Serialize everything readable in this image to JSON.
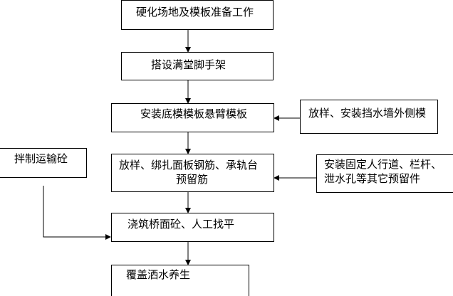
{
  "steps": {
    "s1": "硬化场地及模板准备工作",
    "s2": "搭设满堂脚手架",
    "s3": "安装底模模板悬臂模板",
    "s4_line1": "放样、绑扎面板钢筋、承轨台",
    "s4_line2": "预留筋",
    "s5": "浇筑桥面砼、人工找平",
    "s6": "覆盖洒水养生"
  },
  "side": {
    "right1": "放样、安装挡水墙外侧模",
    "right2_line1": "安装固定人行道、栏杆、",
    "right2_line2": "泄水孔等其它预留件",
    "left1": "拌制运输砼"
  },
  "colors": {
    "line": "#000000",
    "box_border": "#000000",
    "background": "#ffffff"
  }
}
